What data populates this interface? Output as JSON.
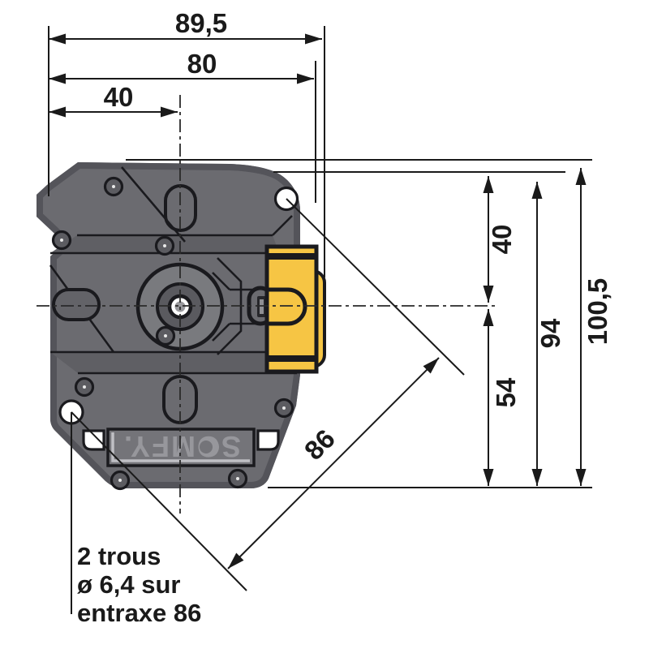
{
  "diagram": {
    "type": "technical-dimension-drawing",
    "subject": "Somfy tubular motor drive head, front view with dimensions",
    "brand_logo": "SOMFY.",
    "dimensions_mm": {
      "overall_width": "89,5",
      "body_width": "80",
      "left_to_axis": "40",
      "top_to_axis": "40",
      "mounting_height": "94",
      "overall_height": "100,5",
      "axis_to_bottom": "54",
      "hole_spacing_diagonal": "86"
    },
    "note": {
      "line1": "2 trous",
      "line2": "ø 6,4 sur",
      "line3": "entraxe 86"
    },
    "colors": {
      "background": "#ffffff",
      "body_gray": "#6b6b70",
      "body_shadow": "#54545a",
      "panel_band": "#5f5f64",
      "circle_light": "#797a7e",
      "circle_dark": "#5a5a5f",
      "accent_yellow": "#f6c544",
      "line_black": "#1a1a1a",
      "logo_gray": "#97979c"
    }
  }
}
